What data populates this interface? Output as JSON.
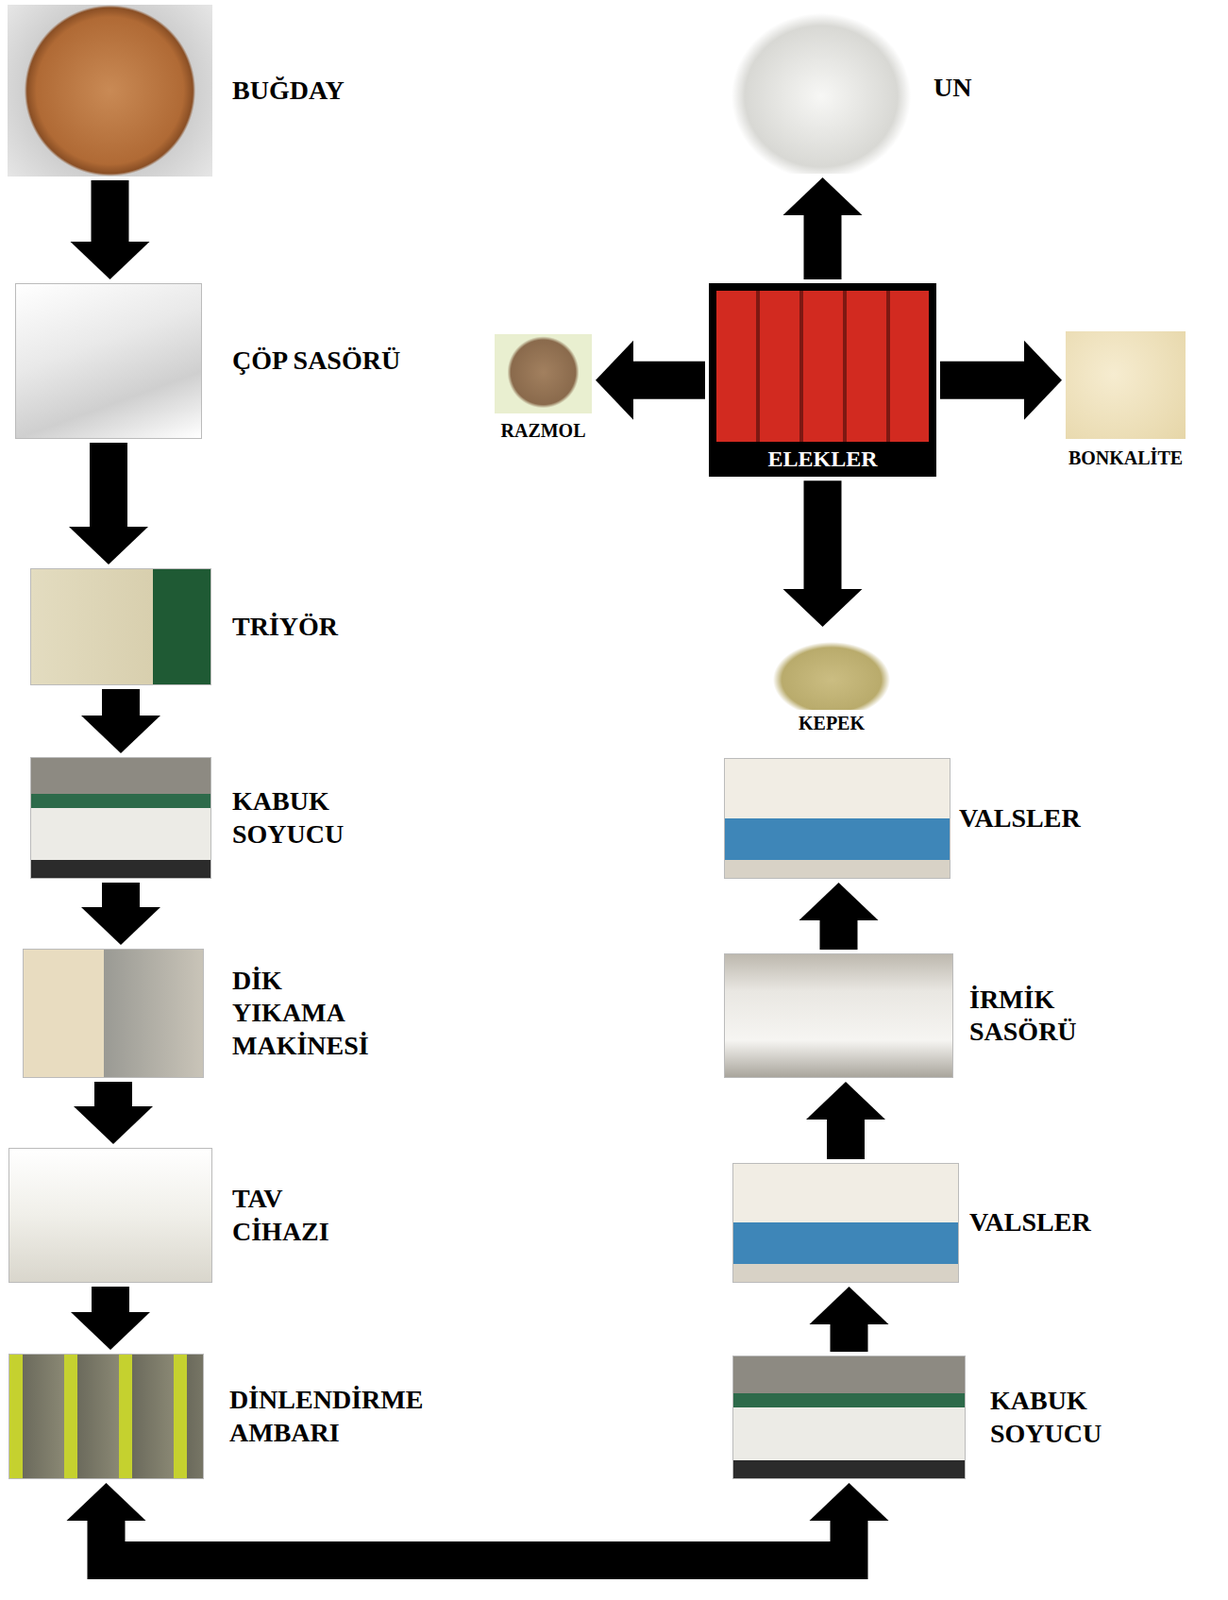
{
  "diagram": {
    "nodes": [
      {
        "text": [
          "BUĞDAY"
        ]
      },
      {
        "text": [
          "ÇÖP SASÖRÜ"
        ]
      },
      {
        "text": [
          "TRİYÖR"
        ]
      },
      {
        "text": [
          "KABUK SOYUCU"
        ]
      },
      {
        "text": [
          "DİK YIKAMA MAKİNESİ"
        ]
      },
      {
        "text": [
          "TAV CİHAZI"
        ]
      },
      {
        "text": [
          "DİNLENDİRME AMBARI"
        ]
      },
      {
        "text": [
          "KABUK SOYUCU"
        ]
      },
      {
        "text": [
          "VALSLER"
        ]
      },
      {
        "text": [
          "İRMİK SASÖRÜ"
        ]
      },
      {
        "text": [
          "VALSLER"
        ]
      },
      {
        "text": [
          "KEPEK"
        ]
      },
      {
        "text": [
          "ELEKLER"
        ]
      },
      {
        "text": [
          "UN"
        ]
      },
      {
        "text": [
          "RAZMOL"
        ]
      },
      {
        "text": [
          "BONKALİTE"
        ]
      }
    ],
    "edges": [
      {
        "from": 0,
        "to": 1,
        "arrow": "to"
      },
      {
        "from": 1,
        "to": 2,
        "arrow": "to"
      },
      {
        "from": 2,
        "to": 3,
        "arrow": "to"
      },
      {
        "from": 3,
        "to": 4,
        "arrow": "to"
      },
      {
        "from": 4,
        "to": 5,
        "arrow": "to"
      },
      {
        "from": 5,
        "to": 6,
        "arrow": "to"
      },
      {
        "from": 6,
        "to": 7,
        "arrow": "both"
      },
      {
        "from": 7,
        "to": 8,
        "arrow": "to"
      },
      {
        "from": 8,
        "to": 9,
        "arrow": "to"
      },
      {
        "from": 9,
        "to": 10,
        "arrow": "to"
      },
      {
        "from": 12,
        "to": 11,
        "arrow": "to"
      },
      {
        "from": 12,
        "to": 13,
        "arrow": "to"
      },
      {
        "from": 12,
        "to": 14,
        "arrow": "to"
      },
      {
        "from": 12,
        "to": 15,
        "arrow": "to"
      }
    ]
  }
}
